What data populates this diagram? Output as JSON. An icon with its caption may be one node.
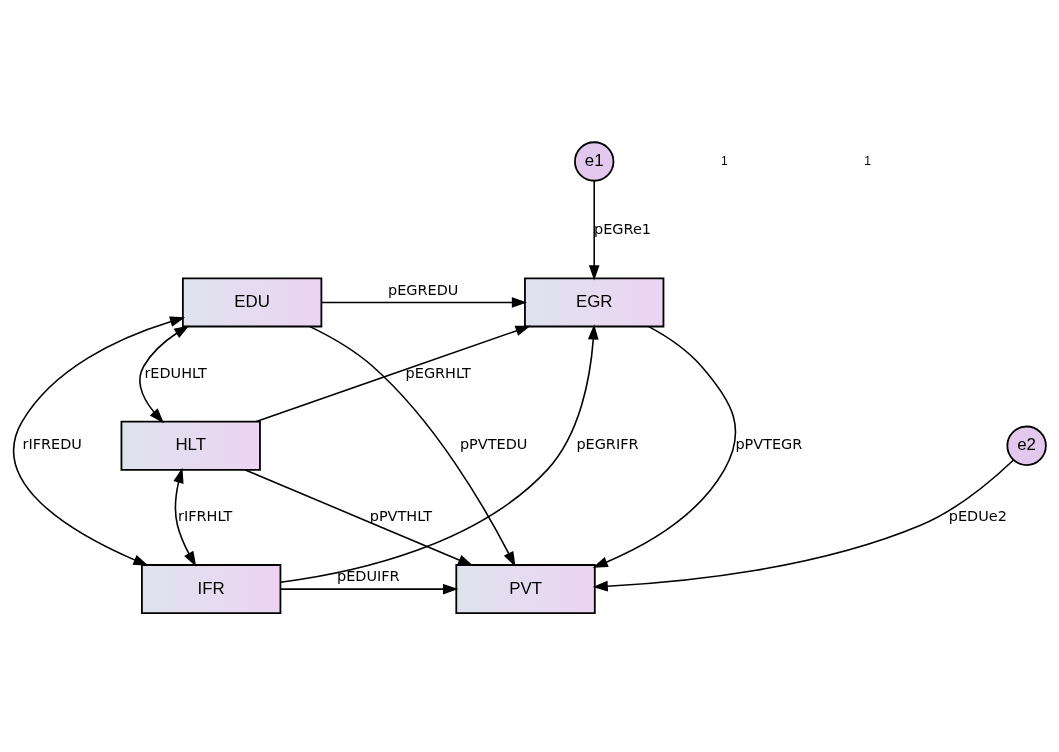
{
  "diagram": {
    "nodes": [
      {
        "text": [
          "e1"
        ]
      },
      {
        "text": [
          "EDU"
        ]
      },
      {
        "text": [
          "EGR"
        ]
      },
      {
        "text": [
          "HLT"
        ]
      },
      {
        "text": [
          "IFR"
        ]
      },
      {
        "text": [
          "PVT"
        ]
      },
      {
        "text": [
          "e2"
        ]
      }
    ],
    "edges": [
      {
        "from": 0,
        "to": 2,
        "arrow": "to",
        "label": "pEGRe1"
      },
      {
        "from": 1,
        "to": 2,
        "arrow": "to",
        "label": "pEGREDU"
      },
      {
        "from": 1,
        "to": 5,
        "arrow": "to",
        "label": "pPVTEDU"
      },
      {
        "from": 3,
        "to": 2,
        "arrow": "to",
        "label": "pEGRHLT"
      },
      {
        "from": 3,
        "to": 5,
        "arrow": "to",
        "label": "pPVTHLT"
      },
      {
        "from": 4,
        "to": 2,
        "arrow": "to",
        "label": "pEGRIFR"
      },
      {
        "from": 4,
        "to": 5,
        "arrow": "to",
        "label": "pEDUIFR"
      },
      {
        "from": 2,
        "to": 5,
        "arrow": "to",
        "label": "pPVTEGR"
      },
      {
        "from": 6,
        "to": 5,
        "arrow": "to",
        "label": "pEDUe2"
      },
      {
        "from": 1,
        "to": 3,
        "arrow": "both",
        "label": "rEDUHLT"
      },
      {
        "from": 3,
        "to": 4,
        "arrow": "both",
        "label": "rIFRHLT"
      },
      {
        "from": 1,
        "to": 4,
        "arrow": "both",
        "label": "rIFREDU"
      }
    ],
    "labels": [
      "1",
      "1"
    ]
  }
}
